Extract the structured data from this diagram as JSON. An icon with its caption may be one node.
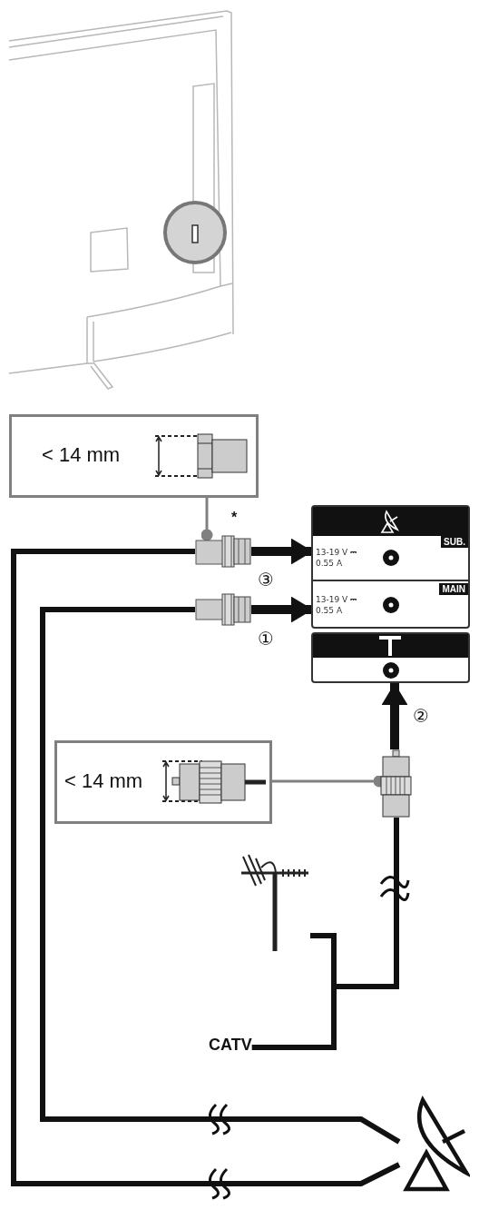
{
  "diagram": {
    "nodes": [
      {
        "text": [
          "< 14 mm"
        ]
      },
      {
        "text": [],
        "shape": "connector",
        "beside": [
          "*"
        ]
      },
      {
        "text": [],
        "shape": "connector"
      },
      {
        "text": [],
        "shape": "box"
      },
      {
        "text": [
          "SUB.",
          "13-19 V ⎓ 0.55 A"
        ],
        "in": 3
      },
      {
        "text": [
          "MAIN",
          "13-19 V ⎓ 0.55 A"
        ],
        "in": 3
      },
      {
        "text": [],
        "shape": "box"
      },
      {
        "text": [
          "< 14 mm"
        ]
      },
      {
        "text": [],
        "shape": "connector"
      },
      {
        "text": [],
        "shape": "antenna"
      },
      {
        "text": [
          "CATV"
        ]
      },
      {
        "text": [],
        "shape": "dish"
      }
    ],
    "edges": [
      {
        "from": 0,
        "to": 1,
        "arrow": "other",
        "color": "#808080"
      },
      {
        "from": 1,
        "to": 4,
        "arrow": "to",
        "label": "③"
      },
      {
        "from": 2,
        "to": 5,
        "arrow": "to",
        "label": "①"
      },
      {
        "from": 8,
        "to": 6,
        "arrow": "to",
        "label": "②"
      },
      {
        "from": 7,
        "to": 8,
        "arrow": "other",
        "color": "#808080"
      },
      {
        "from": 9,
        "to": 8,
        "arrow": "none"
      },
      {
        "from": 10,
        "to": 8,
        "arrow": "none"
      },
      {
        "from": 11,
        "to": 2,
        "arrow": "none"
      },
      {
        "from": 11,
        "to": 1,
        "arrow": "none"
      }
    ]
  }
}
